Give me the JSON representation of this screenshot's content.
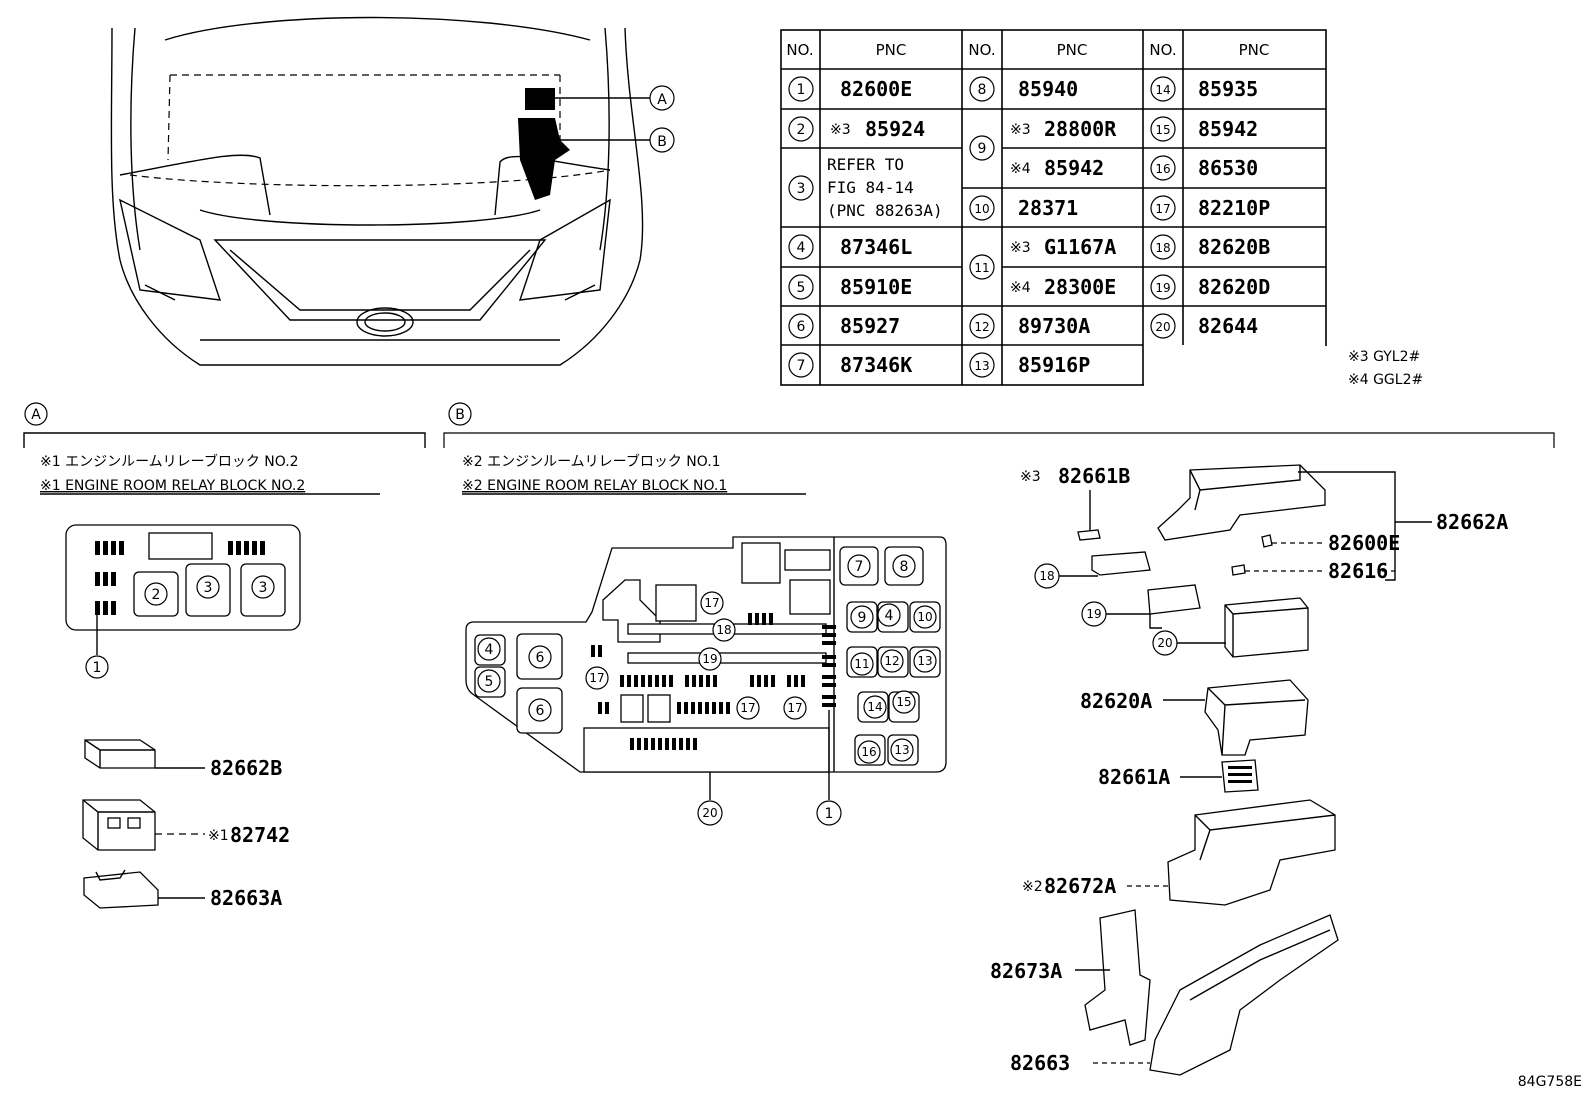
{
  "table": {
    "col_no": "NO.",
    "col_pnc": "PNC",
    "rows": [
      {
        "no": "1",
        "pnc": "82600E"
      },
      {
        "no": "2",
        "pnc": "※3 85924"
      },
      {
        "no": "3",
        "pnc": "REFER TO FIG 84-14 (PNC 88263A)"
      },
      {
        "no": "4",
        "pnc": "87346L"
      },
      {
        "no": "5",
        "pnc": "85910E"
      },
      {
        "no": "6",
        "pnc": "85927"
      },
      {
        "no": "7",
        "pnc": "87346K"
      },
      {
        "no": "8",
        "pnc": "85940"
      },
      {
        "no": "9",
        "pnc": "※3 28800R / ※4 85942"
      },
      {
        "no": "10",
        "pnc": "28371"
      },
      {
        "no": "11",
        "pnc": "※3 G1167A / ※4 28300E"
      },
      {
        "no": "12",
        "pnc": "89730A"
      },
      {
        "no": "13",
        "pnc": "85916P"
      },
      {
        "no": "14",
        "pnc": "85935"
      },
      {
        "no": "15",
        "pnc": "85942"
      },
      {
        "no": "16",
        "pnc": "86530"
      },
      {
        "no": "17",
        "pnc": "82210P"
      },
      {
        "no": "18",
        "pnc": "82620B"
      },
      {
        "no": "19",
        "pnc": "82620D"
      },
      {
        "no": "20",
        "pnc": "82644"
      }
    ],
    "cells": {
      "n1": "1",
      "p1": "82600E",
      "n2": "2",
      "p2a": "※3",
      "p2": "85924",
      "n3": "3",
      "p3a": "REFER TO",
      "p3b": "FIG 84-14",
      "p3c": "(PNC 88263A)",
      "n4": "4",
      "p4": "87346L",
      "n5": "5",
      "p5": "85910E",
      "n6": "6",
      "p6": "85927",
      "n7": "7",
      "p7": "87346K",
      "n8": "8",
      "p8": "85940",
      "n9": "9",
      "p9a_mark": "※3",
      "p9a": "28800R",
      "p9b_mark": "※4",
      "p9b": "85942",
      "n10": "10",
      "p10": "28371",
      "n11": "11",
      "p11a_mark": "※3",
      "p11a": "G1167A",
      "p11b_mark": "※4",
      "p11b": "28300E",
      "n12": "12",
      "p12": "89730A",
      "n13": "13",
      "p13": "85916P",
      "n14": "14",
      "p14": "85935",
      "n15": "15",
      "p15": "85942",
      "n16": "16",
      "p16": "86530",
      "n17": "17",
      "p17": "82210P",
      "n18": "18",
      "p18": "82620B",
      "n19": "19",
      "p19": "82620D",
      "n20": "20",
      "p20": "82644"
    }
  },
  "notes": {
    "n3": "※3  GYL2#",
    "n4": "※4  GGL2#"
  },
  "section_a": {
    "letter": "A",
    "title_jp": "※1 エンジンルームリレーブロック NO.2",
    "title_en": "※1 ENGINE ROOM RELAY BLOCK NO.2",
    "parts": {
      "p1": "82662B",
      "p2_mark": "※1",
      "p2": "82742",
      "p3": "82663A"
    }
  },
  "section_b": {
    "letter": "B",
    "title_jp": "※2 エンジンルームリレーブロック NO.1",
    "title_en": "※2 ENGINE ROOM RELAY BLOCK NO.1",
    "parts": {
      "p82661b_mark": "※3",
      "p82661b": "82661B",
      "p82662a": "82662A",
      "p82600e": "82600E",
      "p82616": "82616",
      "p82620a": "82620A",
      "p82661a": "82661A",
      "p82672a_mark": "※2",
      "p82672a": "82672A",
      "p82673a": "82673A",
      "p82663": "82663"
    }
  },
  "callouts": {
    "a": "A",
    "b": "B",
    "c1": "1",
    "c2": "2",
    "c3": "3",
    "c4": "4",
    "c5": "5",
    "c6": "6",
    "c7": "7",
    "c8": "8",
    "c9": "9",
    "c10": "10",
    "c11": "11",
    "c12": "12",
    "c13": "13",
    "c14": "14",
    "c15": "15",
    "c16": "16",
    "c17": "17",
    "c18": "18",
    "c19": "19",
    "c20": "20"
  },
  "figure_id": "84G758E"
}
